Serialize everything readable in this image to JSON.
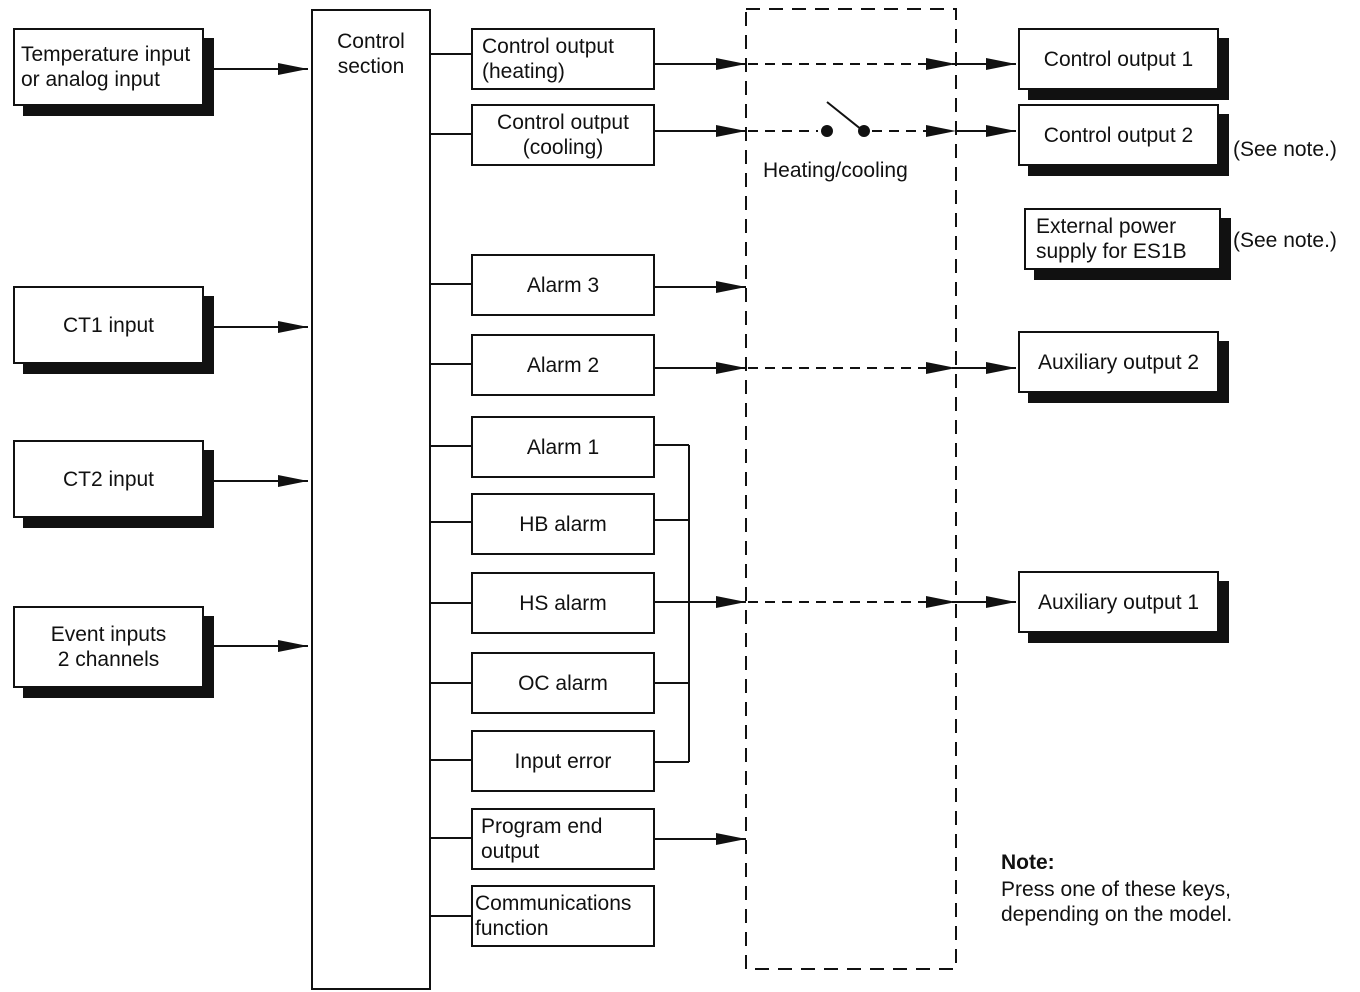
{
  "inputs": {
    "temp": "Temperature input\nor analog input",
    "ct1": "CT1 input",
    "ct2": "CT2 input",
    "event": "Event inputs\n2 channels"
  },
  "control_section": "Control\nsection",
  "functions": {
    "ctrl_heat": "Control output\n(heating)",
    "ctrl_cool": "Control output\n(cooling)",
    "alarm3": "Alarm 3",
    "alarm2": "Alarm 2",
    "alarm1": "Alarm 1",
    "hb_alarm": "HB alarm",
    "hs_alarm": "HS alarm",
    "oc_alarm": "OC alarm",
    "input_error": "Input error",
    "program_end": "Program end\noutput",
    "comms": "Communications\nfunction"
  },
  "switch_label": "Heating/cooling",
  "outputs": {
    "co1": "Control output 1",
    "co2": "Control output 2",
    "ext_power": "External power\nsupply for ES1B",
    "aux2": "Auxiliary output 2",
    "aux1": "Auxiliary output 1"
  },
  "see_note_1": "(See note.)",
  "see_note_2": "(See note.)",
  "note": {
    "title": "Note:",
    "body": "Press one of these keys,\ndepending on the model."
  }
}
